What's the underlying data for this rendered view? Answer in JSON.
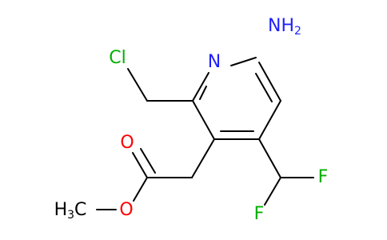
{
  "molecule": {
    "atoms": {
      "cl": {
        "label": "Cl",
        "color": "#00b000"
      },
      "n": {
        "label": "N",
        "color": "#2020ff"
      },
      "nh2": {
        "label": "NH",
        "subscript": "2",
        "color": "#2020ff"
      },
      "o_carbonyl": {
        "label": "O",
        "color": "#ff0000"
      },
      "o_ester": {
        "label": "O",
        "color": "#ff0000"
      },
      "ch3": {
        "label": "H",
        "subscript": "3",
        "suffix": "C",
        "color": "#000000"
      },
      "f_top": {
        "label": "F",
        "color": "#00b000"
      },
      "f_bottom": {
        "label": "F",
        "color": "#00b000"
      }
    }
  }
}
